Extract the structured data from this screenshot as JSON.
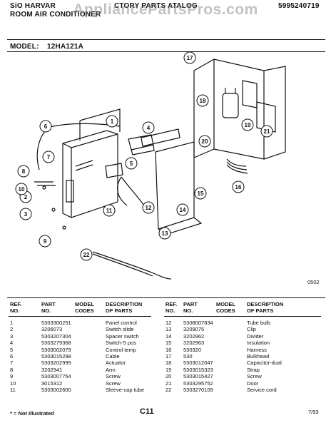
{
  "header": {
    "left_line1": "SiO HARVAR",
    "left_line2": "ROOM AIR CONDITIONER",
    "center_title": "CTORY PARTS ATALOG",
    "part_number": "5995240719",
    "watermark": "AppliancePartsPros.com",
    "model_label": "MODEL:",
    "model_value": "12HA121A"
  },
  "diagram": {
    "callouts": [
      "1",
      "2",
      "3",
      "4",
      "5",
      "6",
      "7",
      "8",
      "9",
      "10",
      "11",
      "12",
      "13",
      "14",
      "15",
      "16",
      "17",
      "18",
      "19",
      "20",
      "21",
      "22"
    ],
    "code": "0502"
  },
  "table": {
    "headers": {
      "ref_no": [
        "REF.",
        "NO."
      ],
      "part_no": [
        "PART",
        "NO."
      ],
      "model_codes": [
        "MODEL",
        "CODES"
      ],
      "description": [
        "DESCRIPTION",
        "OF PARTS"
      ]
    },
    "left_rows": [
      {
        "ref": "1",
        "part": "5303300251",
        "desc": "Panel control"
      },
      {
        "ref": "2",
        "part": "3206073",
        "desc": "Switch slide"
      },
      {
        "ref": "3",
        "part": "5303207304",
        "desc": "Spacer switch"
      },
      {
        "ref": "4",
        "part": "5303279368",
        "desc": "Switch-5 pos"
      },
      {
        "ref": "5",
        "part": "5303002079",
        "desc": "Control temp"
      },
      {
        "ref": "6",
        "part": "5303015298",
        "desc": "Cable"
      },
      {
        "ref": "7",
        "part": "5303202999",
        "desc": "Actuator"
      },
      {
        "ref": "8",
        "part": "3202941",
        "desc": "Arm"
      },
      {
        "ref": "9",
        "part": "5303007754",
        "desc": "Screw"
      },
      {
        "ref": "10",
        "part": "3015312",
        "desc": "Screw"
      },
      {
        "ref": "11",
        "part": "5303002600",
        "desc": "Sleeve-cap tube"
      }
    ],
    "right_rows": [
      {
        "ref": "12",
        "part": "5308007834",
        "desc": "Tube bulb"
      },
      {
        "ref": "13",
        "part": "3209075",
        "desc": "Clip"
      },
      {
        "ref": "14",
        "part": "3202962",
        "desc": "Divider"
      },
      {
        "ref": "15",
        "part": "3202963",
        "desc": "Insulation"
      },
      {
        "ref": "16",
        "part": "530320",
        "desc": "Harness"
      },
      {
        "ref": "17",
        "part": "530",
        "desc": "Bulkhead"
      },
      {
        "ref": "18",
        "part": "5303012047",
        "desc": "Capacitor-dual"
      },
      {
        "ref": "19",
        "part": "5303015323",
        "desc": "Strap"
      },
      {
        "ref": "20",
        "part": "5303015427",
        "desc": "Screw"
      },
      {
        "ref": "21",
        "part": "5303295752",
        "desc": "Door"
      },
      {
        "ref": "22",
        "part": "5303270109",
        "desc": "Service cord"
      }
    ]
  },
  "footer": {
    "note": "* = Not Illustrated",
    "page": "C11",
    "date": "7/93"
  }
}
